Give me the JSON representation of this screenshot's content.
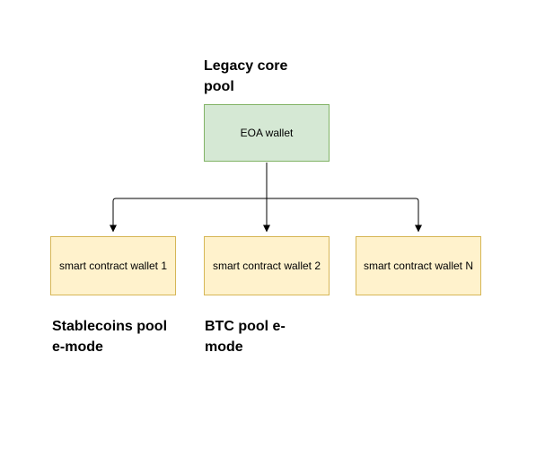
{
  "diagram": {
    "heading": {
      "line1": "Legacy core",
      "line2": "pool"
    },
    "root_node": {
      "label": "EOA wallet"
    },
    "child_nodes": [
      {
        "label": "smart contract wallet 1"
      },
      {
        "label": "smart contract wallet 2"
      },
      {
        "label": "smart contract wallet N"
      }
    ],
    "captions": [
      {
        "line1": "Stablecoins pool",
        "line2": "e-mode"
      },
      {
        "line1": "BTC pool e-",
        "line2": "mode"
      }
    ],
    "colors": {
      "background": "#ffffff",
      "text": "#000000",
      "root_fill": "#d5e8d4",
      "root_border": "#82b366",
      "child_fill": "#fff2cc",
      "child_border": "#d6b656",
      "connector": "#000000"
    }
  }
}
